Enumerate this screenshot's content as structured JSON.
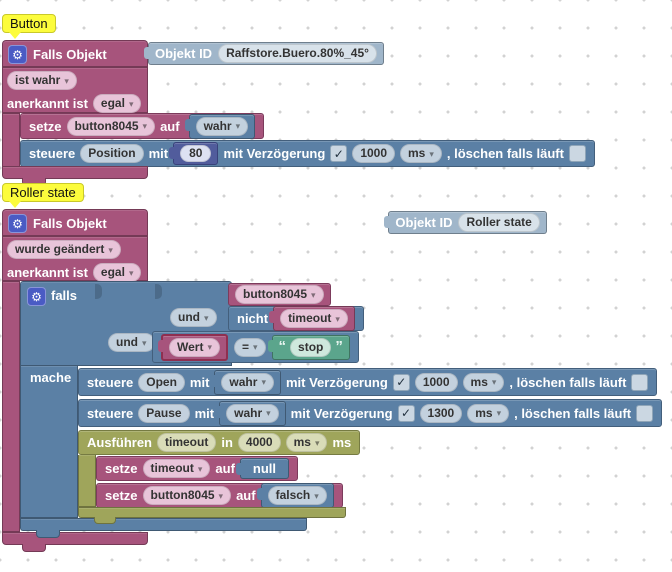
{
  "icons": {
    "gear": "⚙",
    "arrow": "▾",
    "check": "✓",
    "quote_open": "“",
    "quote_close": "”"
  },
  "comments": {
    "button": "Button",
    "roller": "Roller state"
  },
  "trigger1": {
    "header": "Falls Objekt",
    "objekt_label": "Objekt ID",
    "objekt_value": "Raffstore.Buero.80%_45°",
    "event": "ist wahr",
    "ack_label": "anerkannt ist",
    "ack_value": "egal"
  },
  "set1": {
    "set": "setze",
    "var": "button8045",
    "to": "auf",
    "value": "wahr"
  },
  "control1": {
    "verb": "steuere",
    "target": "Position",
    "with": "mit",
    "value": "80",
    "delay_label": "mit Verzögerung",
    "delay": "1000",
    "unit": "ms",
    "clear_label": ", löschen falls läuft"
  },
  "trigger2": {
    "header": "Falls Objekt",
    "objekt_label": "Objekt ID",
    "objekt_value": "Roller state",
    "event": "wurde geändert",
    "ack_label": "anerkannt ist",
    "ack_value": "egal"
  },
  "if2": {
    "if_label": "falls",
    "do_label": "mache",
    "cond_var": "button8045",
    "and1": "und",
    "not_label": "nicht",
    "not_var": "timeout",
    "and2": "und",
    "value_label": "Wert",
    "operator": "=",
    "string_value": "stop"
  },
  "control_open": {
    "verb": "steuere",
    "target": "Open",
    "with": "mit",
    "value": "wahr",
    "delay_label": "mit Verzögerung",
    "delay": "1000",
    "unit": "ms",
    "clear_label": ", löschen falls läuft"
  },
  "control_pause": {
    "verb": "steuere",
    "target": "Pause",
    "with": "mit",
    "value": "wahr",
    "delay_label": "mit Verzögerung",
    "delay": "1300",
    "unit": "ms",
    "clear_label": ", löschen falls läuft"
  },
  "timeout_block": {
    "label": "Ausführen",
    "name": "timeout",
    "in_label": "in",
    "delay": "4000",
    "unit": "ms",
    "suffix": "ms"
  },
  "set_timeout": {
    "set": "setze",
    "var": "timeout",
    "to": "auf",
    "value": "null"
  },
  "set_button": {
    "set": "setze",
    "var": "button8045",
    "to": "auf",
    "value": "falsch"
  }
}
